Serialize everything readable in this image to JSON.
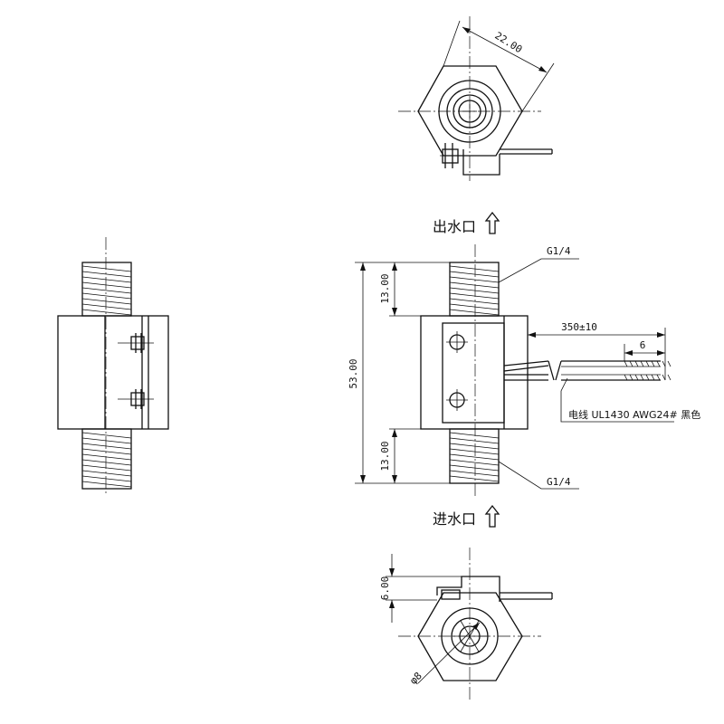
{
  "labels": {
    "outlet": "出水口",
    "inlet": "进水口",
    "thread_top": "G1/4",
    "thread_bottom": "G1/4",
    "cable_length": "350±10",
    "strip_length": "6",
    "wire_spec": "电线 UL1430 AWG24# 黑色"
  },
  "dimensions": {
    "hex_across_flats": "22.00",
    "total_length": "53.00",
    "thread_top_len": "13.00",
    "thread_bottom_len": "13.00",
    "tab_height": "6.00",
    "bore_diameter": "φ8"
  },
  "icons": {
    "outlet_arrow": "arrow-up-icon",
    "inlet_arrow": "arrow-up-icon"
  }
}
